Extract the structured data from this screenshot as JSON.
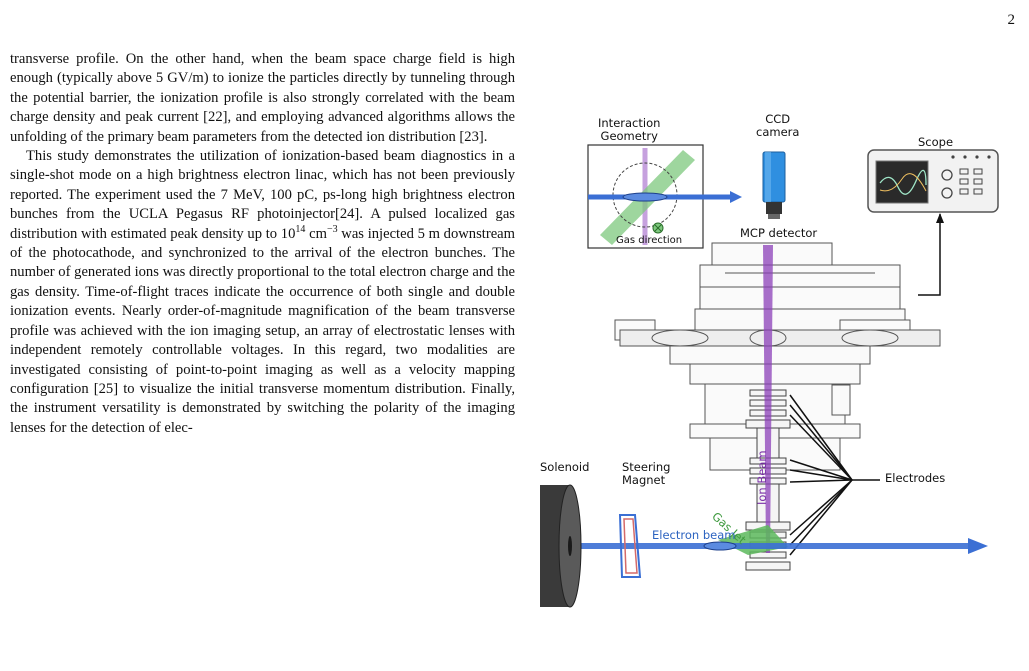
{
  "page_number": "2",
  "body": {
    "paragraph_1": {
      "part1": "transverse profile. On the other hand, when the beam space charge field is high enough (typically above 5 GV/m) to ionize the particles directly by tunneling through the potential barrier, the ionization profile is also strongly correlated with the beam charge density and peak current [22], and employing advanced algorithms allows the unfolding of the primary beam parameters from the detected ion distribution [23]."
    },
    "paragraph_2": {
      "part1": "This study demonstrates the utilization of ionization-based beam diagnostics in a single-shot mode on a high brightness electron linac, which has not been previously reported. The experiment used the 7 MeV, 100 pC, ps-long high brightness electron bunches from the UCLA Pegasus RF photoinjector[24]. A pulsed localized gas distribution with estimated peak density up to 10",
      "sup1": "14",
      "part2": " cm",
      "sup2": "−3",
      "part3": " was injected 5 m downstream of the photocathode, and synchronized to the arrival of the electron bunches. The number of generated ions was directly proportional to the total electron charge and the gas density. Time-of-flight traces indicate the occurrence of both single and double ionization events. Nearly order-of-magnitude magnification of the beam transverse profile was achieved with the ion imaging setup, an array of electrostatic lenses with independent remotely controllable voltages. In this regard, two modalities are investigated consisting of point-to-point imaging as well as a velocity mapping configuration [25] to visualize the initial transverse momentum distribution. Finally, the instrument versatility is demonstrated by switching the polarity of the imaging lenses for the detection of elec-"
    }
  },
  "figure": {
    "labels": {
      "interaction_geometry_line1": "Interaction",
      "interaction_geometry_line2": "Geometry",
      "gas_direction": "Gas direction",
      "ccd_line1": "CCD",
      "ccd_line2": "camera",
      "scope": "Scope",
      "mcp_detector": "MCP detector",
      "electrodes": "Electrodes",
      "solenoid": "Solenoid",
      "steering_line1": "Steering",
      "steering_line2": "Magnet",
      "gas_jet": "Gas Jet",
      "ion_beam": "Ion Beam",
      "electron_beam": "Electron beam"
    },
    "colors": {
      "electron_beam": "#3b6fd4",
      "ion_beam": "#8b3fb8",
      "gas_jet": "#5cb85c",
      "ccd_body": "#2f8fe0",
      "apparatus_line": "#555555"
    }
  }
}
